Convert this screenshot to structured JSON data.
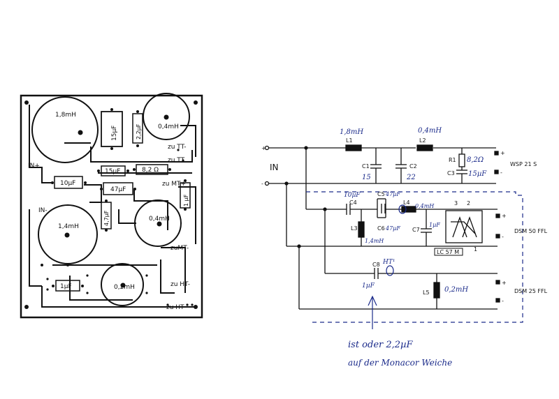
{
  "pcb": {
    "in_plus": "IN+",
    "in_minus": "IN-",
    "coil_1": "1,8mH",
    "coil_2": "0,4mH",
    "coil_3": "1,4mH",
    "coil_4": "0,4mH",
    "coil_5": "0,2mH",
    "cap_15uf_top": "15µF",
    "cap_22uf": "2,2µF",
    "cap_15uf_mid": "15µF",
    "res_82": "8,2 Ω",
    "cap_10uf": "10µF",
    "cap_47uf_mid": "47µF",
    "cap_47uf_vert": "4,7µF",
    "cap_1uf_right": "1 µF",
    "cap_1uf_bottom": "1µF",
    "zu_tt_top": "zu TT-",
    "zu_tt_mid": "zu TT",
    "zu_mt_plus": "zu MT+",
    "zu_mt_minus": "zuMT-",
    "zu_ht_minus": "zu HT-",
    "zu_ht_plus": "zu HT"
  },
  "schematic": {
    "input_label": "IN",
    "input_plus": "+",
    "input_minus": "-",
    "l1": "L1",
    "l1_val": "1,8mH",
    "l2": "L2",
    "l2_val": "0,4mH",
    "c1": "C1",
    "c1_val": "15",
    "c2": "C2",
    "c2_val": "22",
    "r1": "R1",
    "r1_val": "8,2Ω",
    "c3": "C3",
    "c3_val": "15µF",
    "woofer": "WSP 21 S",
    "c4": "C4",
    "c4_val": "10µF",
    "c5": "C5",
    "c5_val": "47µF",
    "c6": "C6",
    "c6_val": "47µF",
    "l4": "L4",
    "l4_val": "0,4mH",
    "l3": "L3",
    "l3_val": "1,4mH",
    "c7": "C7",
    "c7_val": "1µF",
    "ic_pin3": "3",
    "ic_pin2": "2",
    "ic_pin1": "1",
    "ic_label": "LC 57 M",
    "mid": "DSM 50 FFL",
    "c8": "C8",
    "c8_val": "1µF",
    "c8_mark": "HT¹",
    "l5": "L5",
    "l5_val": "0,2mH",
    "tweeter": "DSM 25 FFL",
    "spk_plus": "+",
    "spk_minus": "-"
  },
  "note": {
    "line1": "ist oder 2,2µF",
    "line2": "auf der Monacor Weiche"
  }
}
